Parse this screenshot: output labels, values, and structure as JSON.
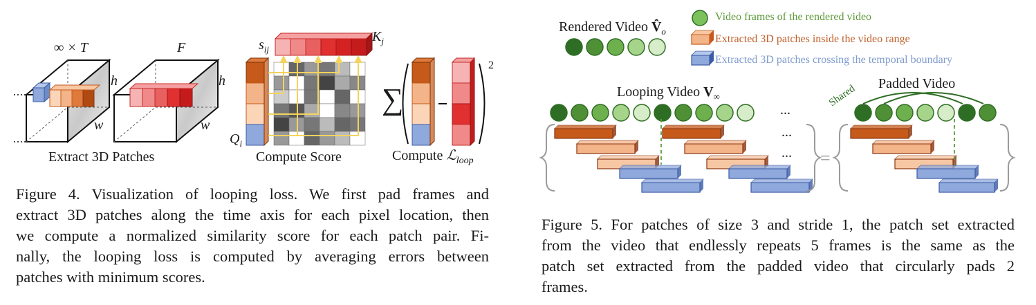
{
  "figure4": {
    "label_inf_T": "∞ × T",
    "label_F": "F",
    "label_h": "h",
    "label_w": "w",
    "label_sij": "s",
    "label_sij_sub": "ij",
    "label_Kj": "K",
    "label_Kj_sub": "j",
    "label_Qi": "Q",
    "label_Qi_sub": "i",
    "label_exponent": "2",
    "sub_extract": "Extract 3D Patches",
    "sub_score": "Compute Score",
    "sub_compute": "Compute",
    "sub_loss": "ℒ",
    "sub_loss_sub": "loop",
    "caption_lines": [
      "Figure 4.  Visualization of looping loss.  We first pad frames and",
      "extract 3D patches along the time axis for each pixel location, then",
      "we compute a normalized similarity score for each patch pair.  Fi-",
      "nally, the looping loss is computed by averaging errors between",
      "patches with minimum scores."
    ]
  },
  "figure5": {
    "rendered_video": "Rendered Video",
    "rendered_symbol": "V̂",
    "rendered_sub": "o",
    "legend": [
      {
        "text": "Video frames of the rendered video",
        "color": "#5e9a3a"
      },
      {
        "text": "Extracted 3D patches inside the video range",
        "color": "#c0602a"
      },
      {
        "text": "Extracted 3D patches crossing the temporal boundary",
        "color": "#7f9ccf"
      }
    ],
    "looping_video": "Looping Video",
    "looping_symbol": "V",
    "looping_sub": "∞",
    "padded_video": "Padded Video",
    "shared": "Shared",
    "ellipsis": "...",
    "equals": "=",
    "caption_lines": [
      "Figure 5. For patches of size 3 and stride 1, the patch set extracted",
      "from the video that endlessly repeats 5 frames is the same as the",
      "patch set extracted from the padded video that circularly pads 2",
      "frames."
    ]
  },
  "colors": {
    "frame_dark": "#2e6e24",
    "frame_mid": "#6fb04e",
    "frame_light": "#d7ecc8",
    "patch_inside": "#c55a1a",
    "patch_inside_light": "#f4b48a",
    "patch_boundary": "#8fa9dc",
    "patch_red": "#e03030",
    "arrow": "#f4d35e"
  }
}
